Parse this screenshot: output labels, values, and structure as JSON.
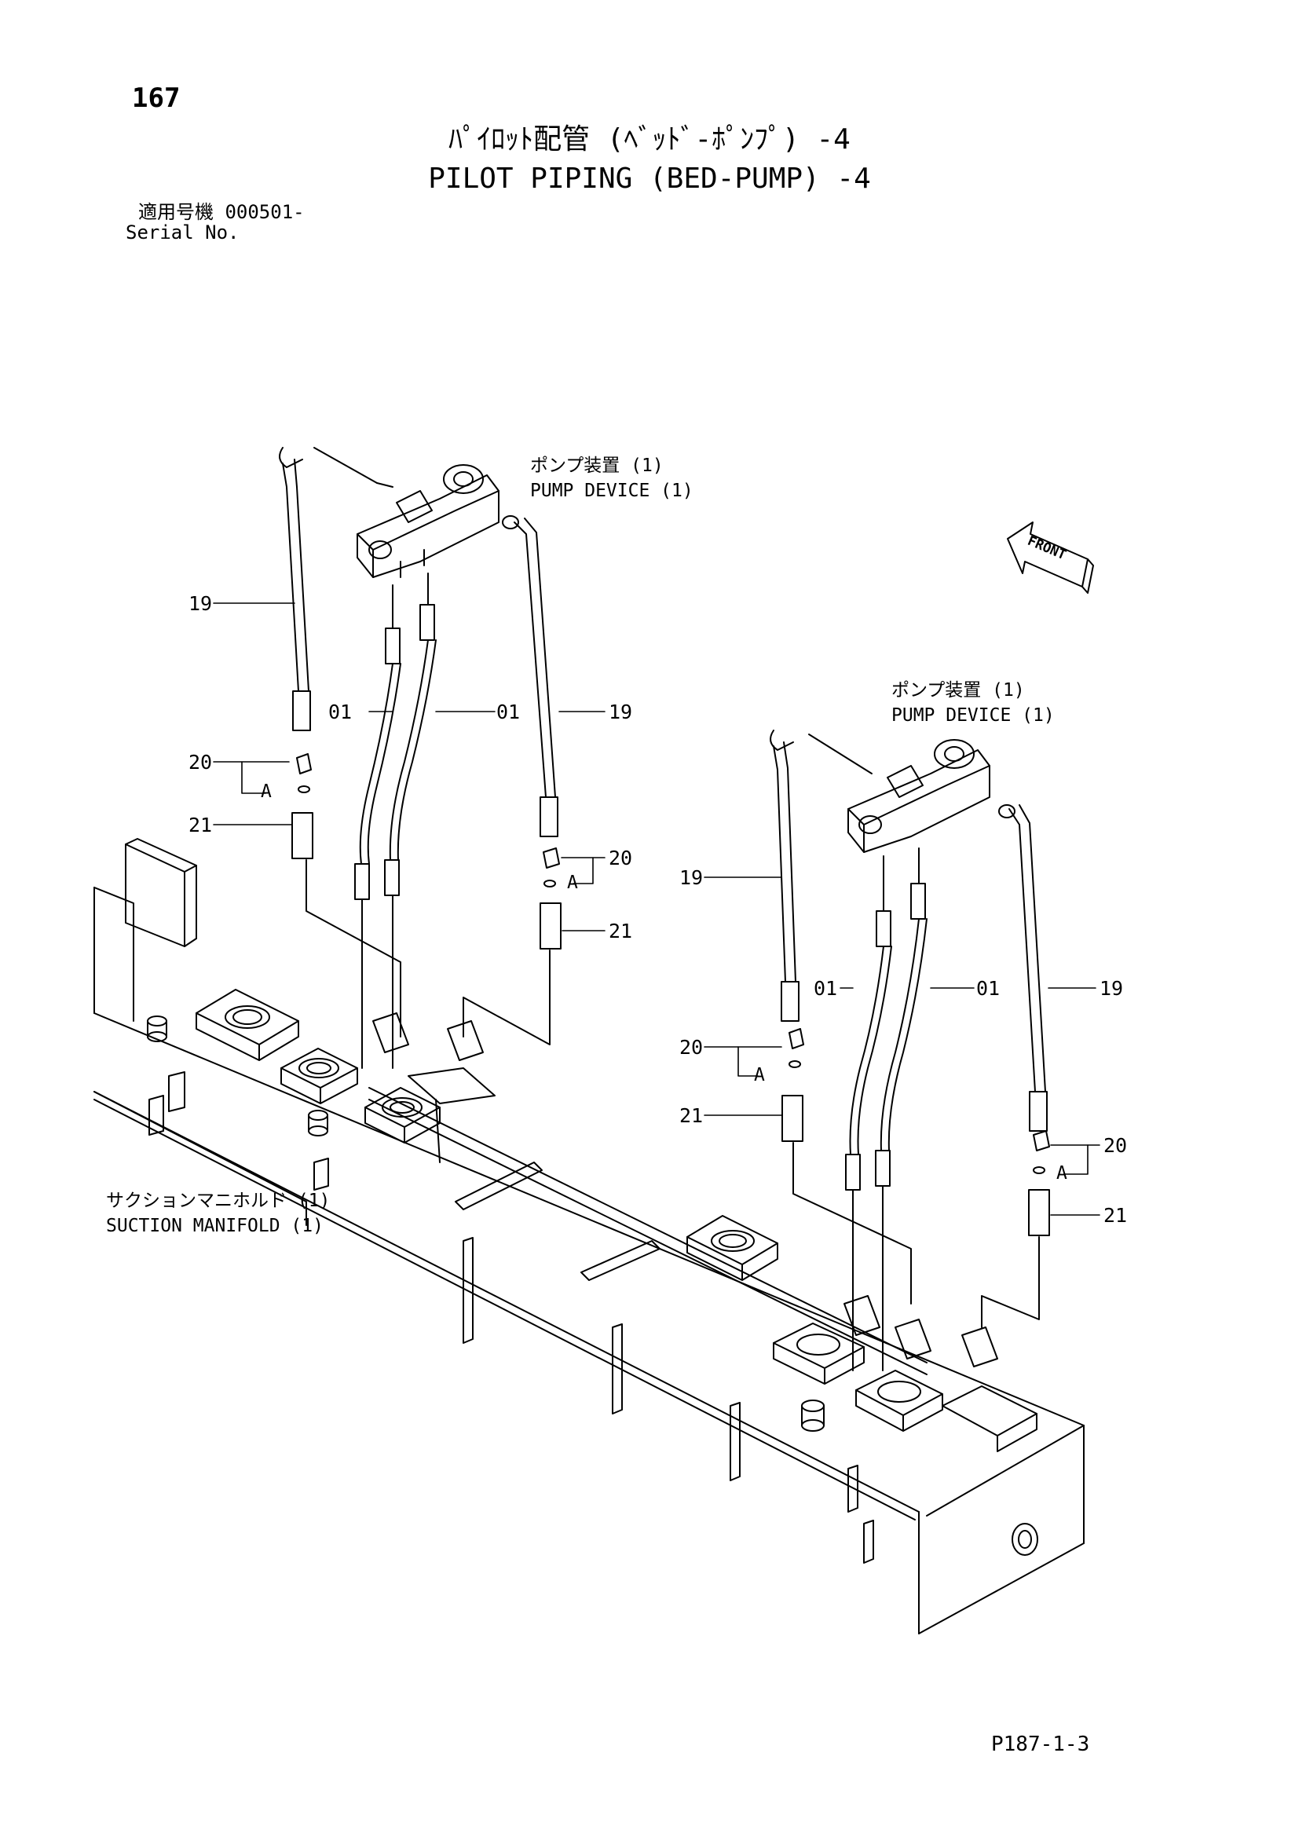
{
  "page_number": "167",
  "title_jp": "ﾊﾟｲﾛｯﾄ配管 (ﾍﾞｯﾄﾞ-ﾎﾟﾝﾌﾟ) -4",
  "title_en": "PILOT PIPING (BED-PUMP) -4",
  "serial_label_jp": "適用号機",
  "serial_value": "000501-",
  "serial_label_en": "Serial No.",
  "labels": {
    "pump_device_jp": "ポンプ装置 (1)",
    "pump_device_en": "PUMP DEVICE (1)",
    "suction_manifold_jp": "サクションマニホルド (1)",
    "suction_manifold_en": "SUCTION MANIFOLD (1)",
    "front": "FRONT",
    "detail_a": "A"
  },
  "callouts": {
    "p01": "01",
    "p19": "19",
    "p20": "20",
    "p21": "21"
  },
  "drawing_code": "P187-1-3"
}
